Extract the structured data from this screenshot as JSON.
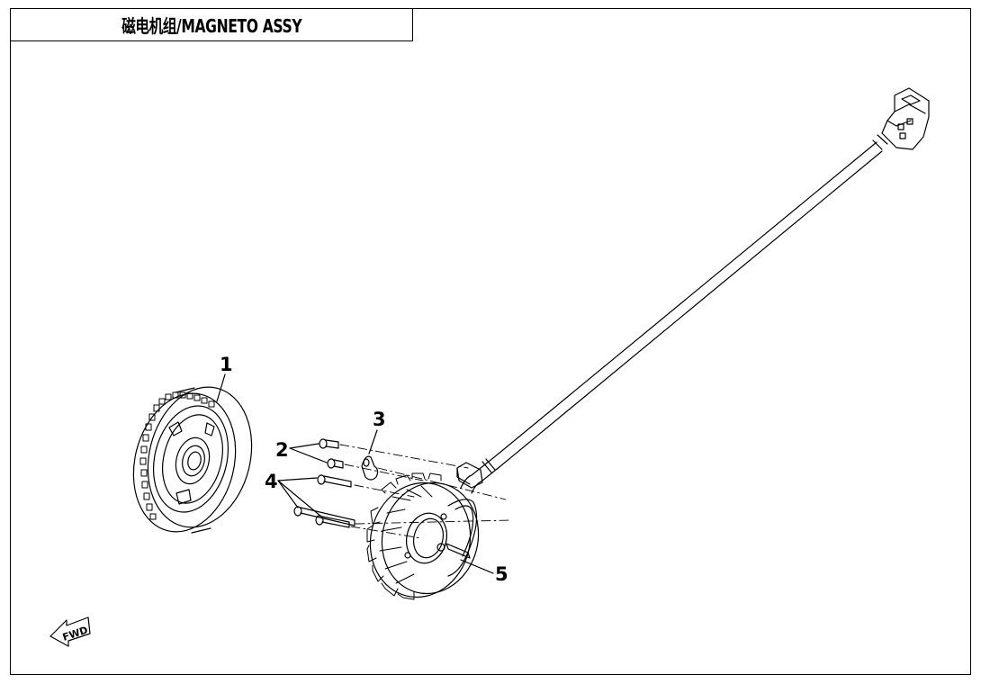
{
  "title": "磁电机组/MAGNETO ASSY",
  "callouts": [
    "1",
    "2",
    "3",
    "4",
    "5"
  ],
  "fwd_label": "FWD",
  "icons": [
    "fwd-arrow-icon"
  ],
  "colors": {
    "line": "#000000",
    "background": "#ffffff"
  }
}
